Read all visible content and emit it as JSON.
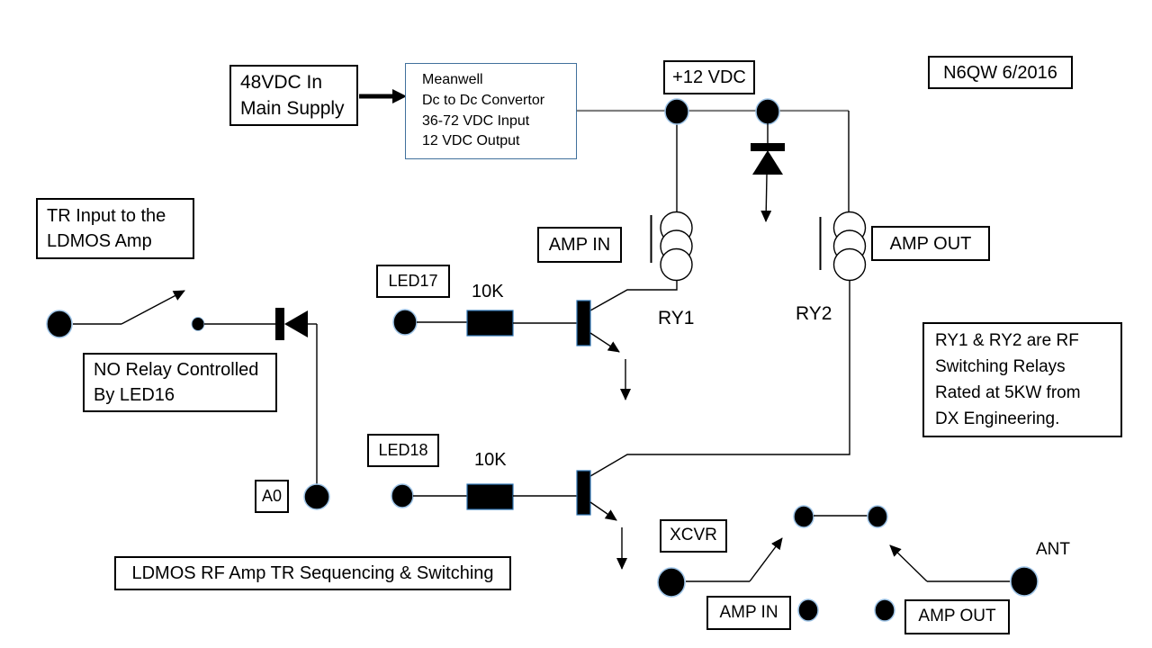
{
  "boxes": {
    "supply": {
      "text": "48VDC In\nMain Supply"
    },
    "meanwell": {
      "text": "Meanwell\nDc to Dc Convertor\n36-72 VDC Input\n12 VDC Output"
    },
    "plus12": {
      "text": "+12 VDC"
    },
    "author": {
      "text": "N6QW 6/2016"
    },
    "tr_input": {
      "text": "TR Input to the\nLDMOS Amp"
    },
    "no_relay": {
      "text": "NO Relay Controlled\nBy LED16"
    },
    "a0": {
      "text": "A0"
    },
    "led17": {
      "text": "LED17"
    },
    "led18": {
      "text": "LED18"
    },
    "amp_in_top": {
      "text": "AMP IN"
    },
    "amp_out_top": {
      "text": "AMP OUT"
    },
    "note": {
      "text": "RY1 & RY2 are RF\nSwitching Relays\nRated at 5KW from\nDX Engineering."
    },
    "title": {
      "text": "LDMOS RF Amp TR Sequencing & Switching"
    },
    "xcvr": {
      "text": "XCVR"
    },
    "amp_in_bottom": {
      "text": "AMP IN"
    },
    "amp_out_bottom": {
      "text": "AMP OUT"
    }
  },
  "labels": {
    "r10k_top": "10K",
    "r10k_bottom": "10K",
    "ry1": "RY1",
    "ry2": "RY2",
    "ant": "ANT"
  },
  "colors": {
    "wire": "#000000",
    "power_rail": "#7F7F7F",
    "box_border": "#000000",
    "meanwell_border": "#41719C",
    "dot_outline": "#9DC3E6",
    "component_outline": "#2E74B5"
  }
}
